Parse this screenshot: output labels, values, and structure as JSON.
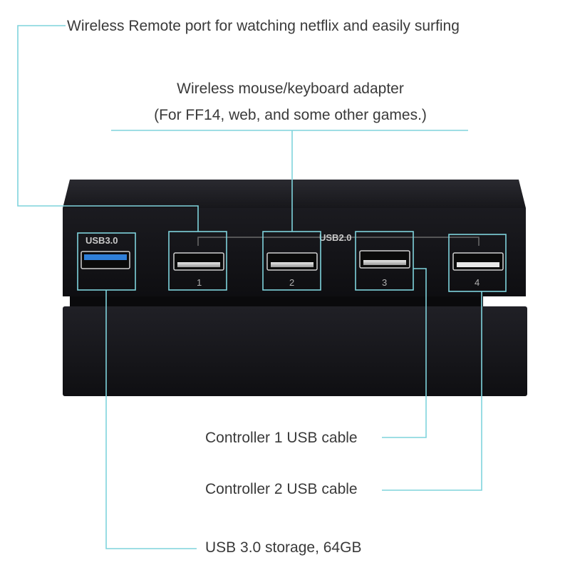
{
  "callouts": {
    "remote": "Wireless Remote port for watching netflix and easily surfing",
    "adapter_line1": "Wireless mouse/keyboard adapter",
    "adapter_line2": "(For FF14, web, and some other games.)",
    "controller1": "Controller 1 USB cable",
    "controller2": "Controller 2 USB cable",
    "storage": "USB 3.0 storage, 64GB"
  },
  "device": {
    "usb3_label": "USB3.0",
    "usb2_label": "USB2.0",
    "port_numbers": [
      "1",
      "2",
      "3",
      "4"
    ]
  },
  "colors": {
    "leader_line": "#7fd3dc",
    "device_body": "#141418",
    "usb3_port": "#2f7fd8",
    "text": "#3a3a3a"
  }
}
